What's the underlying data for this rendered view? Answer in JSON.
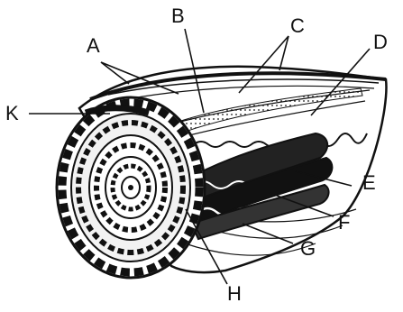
{
  "labels": {
    "A": "A",
    "B": "B",
    "C": "C",
    "D": "D",
    "E": "E",
    "F": "F",
    "G": "G",
    "H": "H",
    "K": "K"
  },
  "colors": {
    "ink": "#111111",
    "background": "#ffffff"
  }
}
